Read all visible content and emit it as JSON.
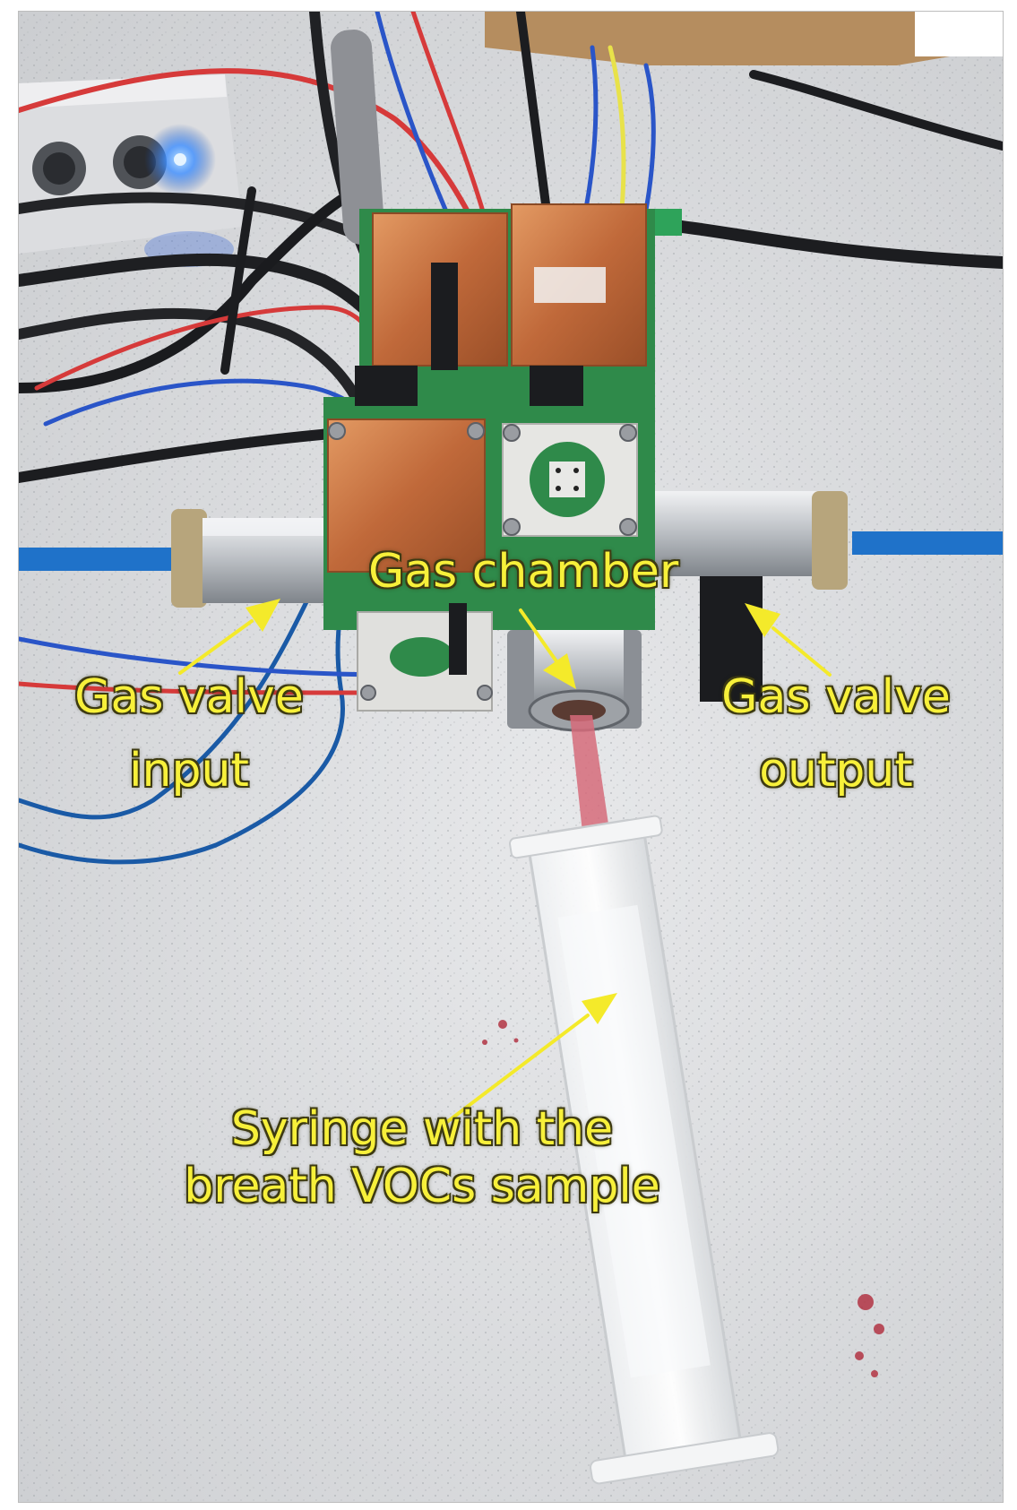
{
  "labels": {
    "gas_chamber": "Gas chamber",
    "valve_input": [
      "Gas valve",
      "input"
    ],
    "valve_output": [
      "Gas valve",
      "output"
    ],
    "syringe": [
      "Syringe with the",
      "breath VOCs sample"
    ]
  },
  "colors": {
    "label_text": "#f7f03a",
    "arrow": "#f4ea2a",
    "copper": "#c9733f",
    "pcb_green": "#2f8a4a",
    "tube_blue": "#1f72c9",
    "metal": "#c9ccd0",
    "countertop": "#d9dadc"
  }
}
